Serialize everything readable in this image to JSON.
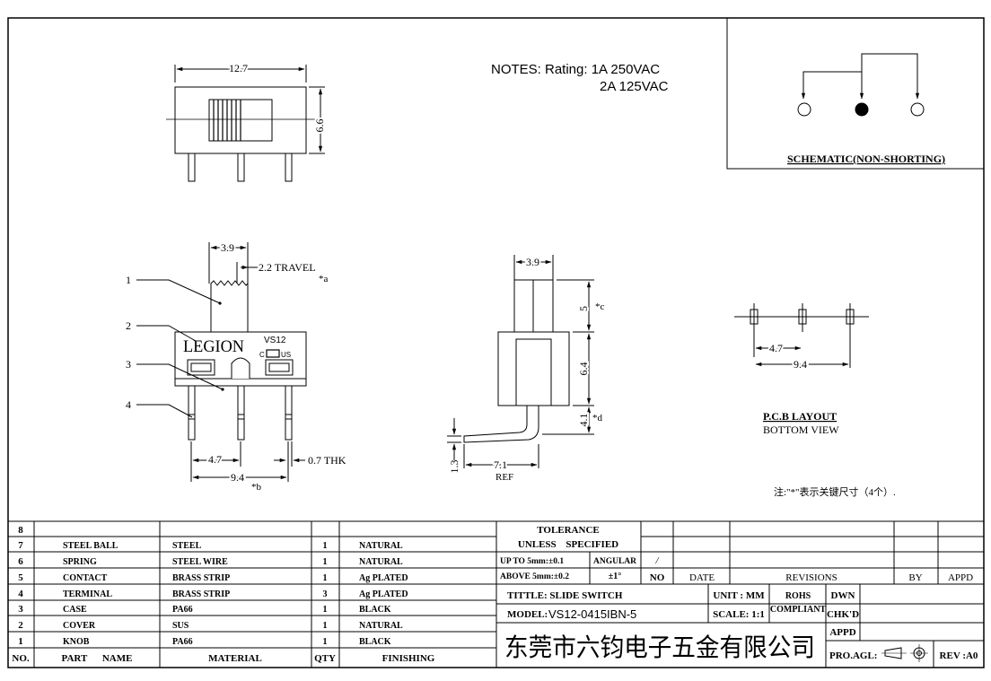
{
  "notes": {
    "label": "NOTES: Rating: 1A 250VAC",
    "line2": "2A 125VAC"
  },
  "schematic": {
    "title": "SCHEMATIC(NON-SHORTING)"
  },
  "top_view": {
    "dim_length": "12.7",
    "dim_height": "6.6"
  },
  "front_view": {
    "dim_actuator": "3.9",
    "dim_travel": "2.2 TRAVEL",
    "mark_a": "*a",
    "mark_b": "*b",
    "logo": "LEGION",
    "model_mark": "VS12",
    "cert_c": "C",
    "cert_us": "US",
    "callout_1": "1",
    "callout_2": "2",
    "callout_3": "3",
    "callout_4": "4",
    "dim_pitch": "4.7",
    "dim_span": "9.4",
    "dim_thk": "0.7 THK"
  },
  "side_view": {
    "dim_width": "3.9",
    "dim_5": "5",
    "mark_c": "*c",
    "dim_64": "6.4",
    "dim_41": "4.1",
    "mark_d": "*d",
    "dim_13": "1.3",
    "dim_71": "7.1",
    "ref": "REF"
  },
  "pcb": {
    "dim_pitch": "4.7",
    "dim_span": "9.4",
    "title": "P.C.B LAYOUT",
    "subtitle": "BOTTOM VIEW"
  },
  "note_cn": "注:\"*\"表示关键尺寸（4个）.",
  "bom": {
    "header": [
      "NO.",
      "PART NAME",
      "MATERIAL",
      "QTY",
      "FINISHING"
    ],
    "rows": [
      {
        "no": "8",
        "part": "",
        "material": "",
        "qty": "",
        "finish": ""
      },
      {
        "no": "7",
        "part": "STEEL BALL",
        "material": "STEEL",
        "qty": "1",
        "finish": "NATURAL"
      },
      {
        "no": "6",
        "part": "SPRING",
        "material": "STEEL WIRE",
        "qty": "1",
        "finish": "NATURAL"
      },
      {
        "no": "5",
        "part": "CONTACT",
        "material": "BRASS STRIP",
        "qty": "1",
        "finish": "Ag PLATED"
      },
      {
        "no": "4",
        "part": "TERMINAL",
        "material": "BRASS STRIP",
        "qty": "3",
        "finish": "Ag PLATED"
      },
      {
        "no": "3",
        "part": "CASE",
        "material": "PA66",
        "qty": "1",
        "finish": "BLACK"
      },
      {
        "no": "2",
        "part": "COVER",
        "material": "SUS",
        "qty": "1",
        "finish": "NATURAL"
      },
      {
        "no": "1",
        "part": "KNOB",
        "material": "PA66",
        "qty": "1",
        "finish": "BLACK"
      }
    ]
  },
  "title_block": {
    "tolerance_1": "TOLERANCE",
    "tolerance_2": "UNLESS SPECIFIED",
    "upto": "UP TO 5mm:±0.1",
    "angular": "ANGULAR",
    "angular_slash": "/",
    "above": "ABOVE 5mm:±0.2",
    "angular_val": "±1°",
    "rev_no": "NO",
    "rev_date": "DATE",
    "rev_revisions": "REVISIONS",
    "rev_by": "BY",
    "rev_appd": "APPD",
    "title": "TITTLE: SLIDE SWITCH",
    "unit": "UNIT : MM",
    "rohs_1": "ROHS",
    "rohs_2": "COMPLIANT",
    "dwn": "DWN",
    "model_label": "MODEL:",
    "model": "VS12-0415IBN-5",
    "scale": "SCALE: 1:1",
    "chkd": "CHK'D",
    "appd": "APPD",
    "company": "东莞市六钧电子五金有限公司",
    "pro_agl": "PRO.AGL:",
    "rev": "REV :A0"
  }
}
